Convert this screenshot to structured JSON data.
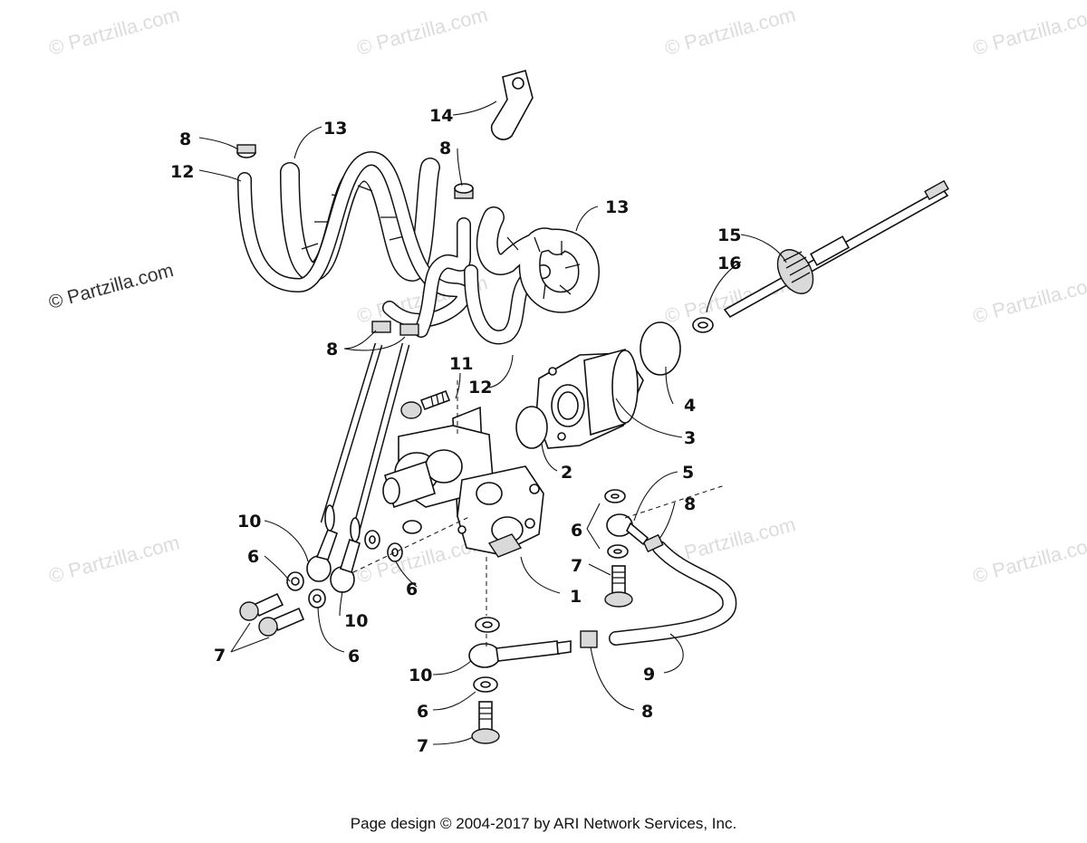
{
  "watermarks": {
    "text": "© Partzilla.com",
    "prominent": "© Partzilla.com"
  },
  "footer": {
    "text": "Page design © 2004-2017 by ARI Network Services, Inc."
  },
  "callouts": {
    "n1": "1",
    "n2": "2",
    "n3": "3",
    "n4": "4",
    "n5": "5",
    "n6a": "6",
    "n6b": "6",
    "n6c": "6",
    "n6d": "6",
    "n6e": "6",
    "n7a": "7",
    "n7b": "7",
    "n7c": "7",
    "n8a": "8",
    "n8b": "8",
    "n8c": "8",
    "n8d": "8",
    "n8e": "8",
    "n9": "9",
    "n10a": "10",
    "n10b": "10",
    "n10c": "10",
    "n11": "11",
    "n12a": "12",
    "n12b": "12",
    "n13a": "13",
    "n13b": "13",
    "n14": "14",
    "n15": "15",
    "n16": "16"
  }
}
